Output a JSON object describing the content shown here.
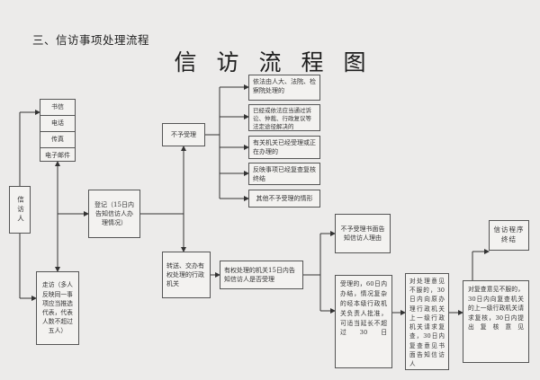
{
  "section_title": "三、信访事项处理流程",
  "main_title": "信访流程图",
  "petitioner": "信访人",
  "channels": [
    {
      "id": "letter",
      "label": "书信"
    },
    {
      "id": "phone",
      "label": "电话"
    },
    {
      "id": "fax",
      "label": "传真"
    },
    {
      "id": "email",
      "label": "电子邮件"
    }
  ],
  "visit": "走访（多人反映同一事项应当推选代表，代表人数不超过五人）",
  "register": "登记（15日内告知信访人办理情况）",
  "reject": "不予受理",
  "reject_reasons": [
    "依法由人大、法院、检察院处理的",
    "已经或依法应当通过诉讼、仲裁、行政复议等法定途径解决的",
    "有关机关已经受理或正在办理的",
    "反映事项已经复查复核终结",
    "其他不予受理的情形"
  ],
  "transfer": "转送、交办有权处理的行政机关",
  "authority": "有权处理的机关15日内告知信访人是否受理",
  "notice_reject": "不予受理书面告知信访人理由",
  "accepted": "受理的，60日内办结，情况复杂的经本级行政机关负责人批准，可适当延长不超过30日",
  "review": "对处理意见不服的，30日内向原办理行政机关上一级行政机关请求复查，30日内复查意见书面告知信访人",
  "recheck": "对复查意见不服的，30日内向复查机关的上一级行政机关请求复核，30日内提出复核意见",
  "end": "信访程序终结"
}
